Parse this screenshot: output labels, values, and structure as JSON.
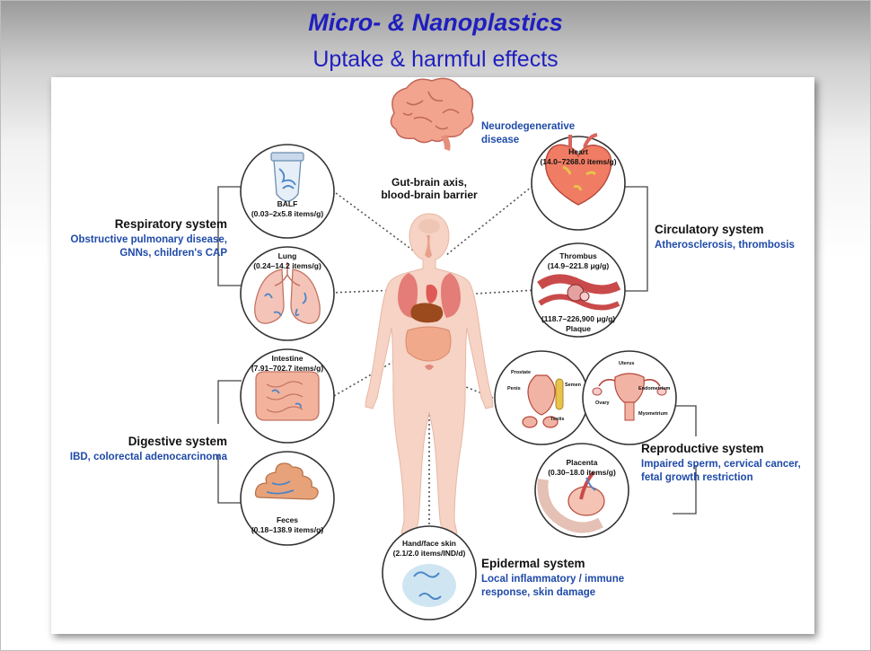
{
  "header": {
    "title": "Micro- & Nanoplastics",
    "subtitle": "Uptake & harmful effects"
  },
  "diagram": {
    "brain": {
      "label_line1": "Gut-brain axis,",
      "label_line2": "blood-brain barrier",
      "effect_line1": "Neurodegenerative",
      "effect_line2": "disease"
    },
    "respiratory": {
      "system": "Respiratory system",
      "effect_line1": "Obstructive pulmonary disease,",
      "effect_line2": "GNNs, children's CAP",
      "balf_name": "BALF",
      "balf_value": "(0.03–2x5.8 items/g)",
      "lung_name": "Lung",
      "lung_value": "(0.24–14.2 items/g)"
    },
    "digestive": {
      "system": "Digestive system",
      "effect_line1": "IBD, colorectal adenocarcinoma",
      "intestine_name": "Intestine",
      "intestine_value": "(7.91–702.7 items/g)",
      "feces_name": "Feces",
      "feces_value": "(0.18–138.9 items/g)"
    },
    "circulatory": {
      "system": "Circulatory system",
      "effect_line1": "Atherosclerosis, thrombosis",
      "heart_name": "Heart",
      "heart_value": "(14.0–7268.0 items/g)",
      "thrombus_name": "Thrombus",
      "thrombus_value": "(14.9–221.8 μg/g)",
      "plaque_value": "(118.7–226,900 μg/g)",
      "plaque_name": "Plaque"
    },
    "reproductive": {
      "system": "Reproductive system",
      "effect_line1": "Impaired sperm, cervical cancer,",
      "effect_line2": "fetal growth restriction",
      "placenta_name": "Placenta",
      "placenta_value": "(0.30–18.0 items/g)",
      "male_labels": [
        "Prostate",
        "Penis",
        "Semen",
        "Testis"
      ],
      "female_labels": [
        "Uterus",
        "Ovary",
        "Endometrium",
        "Myometrium"
      ]
    },
    "epidermal": {
      "system": "Epidermal system",
      "effect_line1": "Local inflammatory / immune",
      "effect_line2": "response, skin damage",
      "skin_name": "Hand/face skin",
      "skin_value": "(2.1/2.0 items/IND/d)"
    }
  },
  "colors": {
    "title": "#1f1fbf",
    "effect_text": "#1f4aa8",
    "body_skin": "#f6d3c4",
    "organ_red": "#d9645e",
    "fiber_blue": "#4a86c8"
  }
}
